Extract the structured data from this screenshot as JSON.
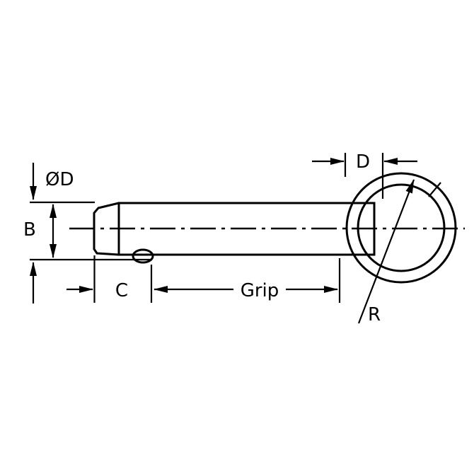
{
  "drawing": {
    "background": "#ffffff",
    "line_color": "#000000",
    "labels": {
      "pin_diameter": "ØD",
      "overall_height": "B",
      "tip_length": "C",
      "grip_length": "Grip",
      "head_width": "D",
      "ring_radius": "R"
    }
  }
}
